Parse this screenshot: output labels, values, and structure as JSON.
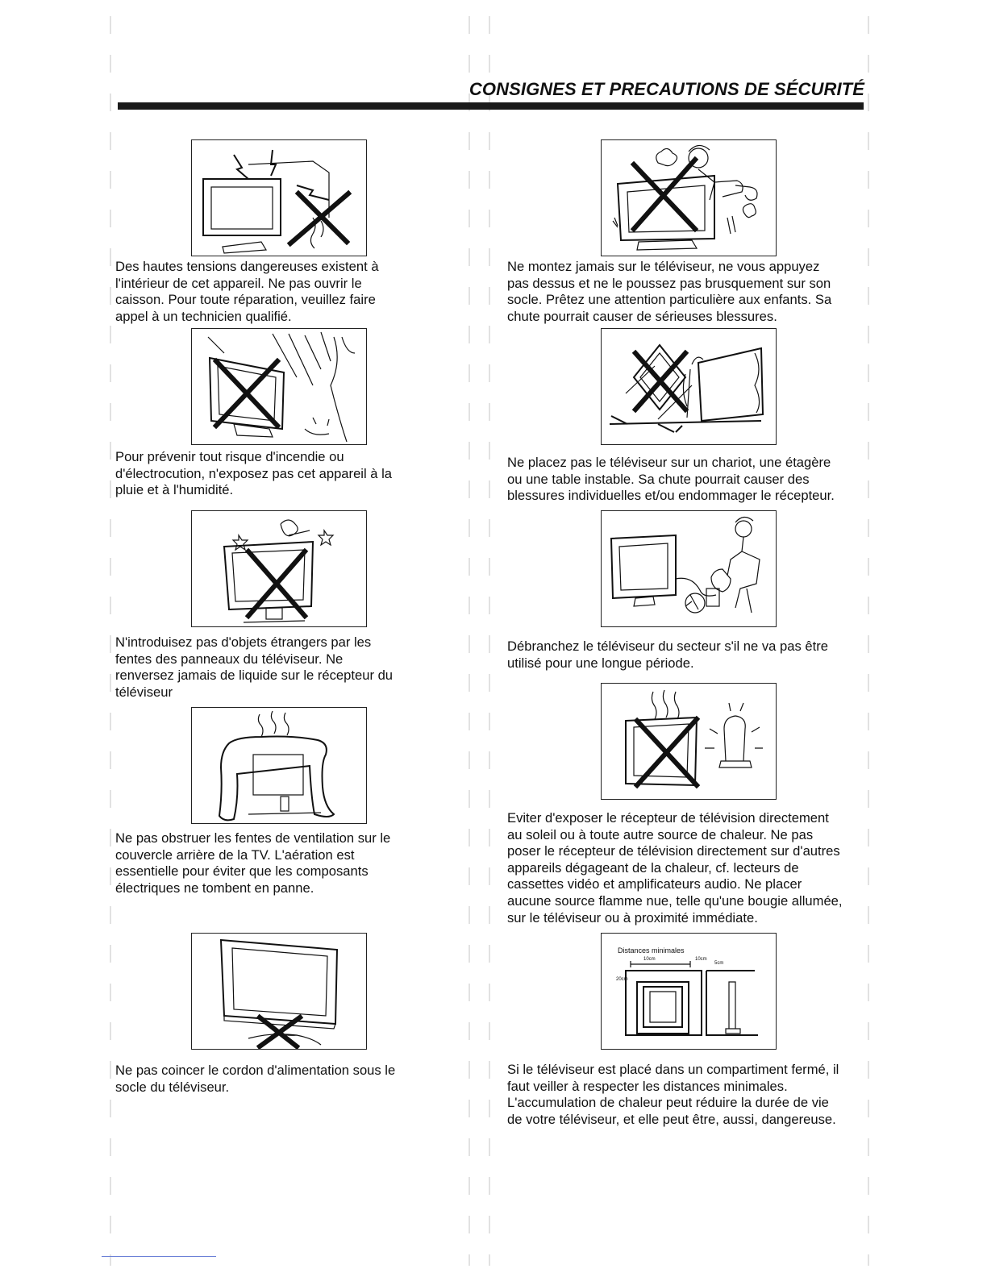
{
  "header": {
    "title": "CONSIGNES ET PRECAUTIONS DE SÉCURITÉ"
  },
  "left": [
    {
      "icon": "high-voltage-icon",
      "lines": [
        "Des hautes tensions dangereuses existent à",
        "l'intérieur de cet appareil. Ne pas ouvrir le",
        "caisson. Pour toute réparation, veuillez faire",
        "appel à un technicien qualifié."
      ]
    },
    {
      "icon": "rain-humidity-icon",
      "lines": [
        "Pour prévenir tout risque d'incendie ou",
        "d'électrocution, n'exposez pas cet appareil à la",
        "pluie et à l'humidité."
      ]
    },
    {
      "icon": "foreign-objects-icon",
      "lines": [
        "N'introduisez pas d'objets étrangers par les",
        "fentes des panneaux du téléviseur. Ne",
        "renversez jamais de liquide sur le récepteur du",
        "téléviseur"
      ]
    },
    {
      "icon": "ventilation-covered-icon",
      "lines": [
        "Ne pas obstruer les fentes de ventilation sur le",
        "couvercle arrière de la TV. L'aération est",
        "essentielle pour éviter que les composants",
        "électriques ne tombent en panne."
      ]
    },
    {
      "icon": "power-cord-under-stand-icon",
      "lines": [
        "Ne pas coincer le cordon d'alimentation sous le",
        "socle du téléviseur."
      ]
    }
  ],
  "right": [
    {
      "icon": "child-climbing-icon",
      "lines": [
        "Ne montez jamais sur le téléviseur, ne vous appuyez",
        "pas dessus et ne le poussez pas brusquement sur son",
        "socle. Prêtez une attention particulière aux enfants. Sa",
        "chute pourrait causer de sérieuses blessures."
      ]
    },
    {
      "icon": "unstable-surface-icon",
      "lines": [
        "Ne placez pas le téléviseur sur un chariot, une étagère",
        "ou une table instable. Sa chute pourrait causer des",
        "blessures individuelles et/ou endommager le récepteur."
      ]
    },
    {
      "icon": "unplug-icon",
      "lines": [
        "Débranchez le téléviseur du secteur s'il ne va pas être",
        "utilisé pour une longue période."
      ]
    },
    {
      "icon": "heat-source-icon",
      "lines": [
        "Eviter d'exposer le récepteur de télévision directement",
        "au soleil ou à toute autre source de chaleur. Ne pas",
        "poser le récepteur de télévision directement sur d'autres",
        "appareils dégageant de la chaleur, cf. lecteurs de",
        "cassettes vidéo et amplificateurs audio. Ne placer",
        "aucune source flamme nue, telle qu'une bougie allumée,",
        "sur le téléviseur ou à proximité immédiate."
      ]
    },
    {
      "icon": "minimum-distances-icon",
      "diagram": {
        "title": "Distances minimales",
        "d_top": "10cm",
        "d_side": "10cm",
        "d_right": "5cm",
        "d_left": "20cm"
      },
      "lines": [
        "Si le téléviseur est placé dans un compartiment fermé, il",
        "faut veiller à respecter les distances minimales.",
        "L'accumulation de chaleur peut réduire la durée de vie",
        "de votre téléviseur, et elle peut être, aussi, dangereuse."
      ]
    }
  ]
}
